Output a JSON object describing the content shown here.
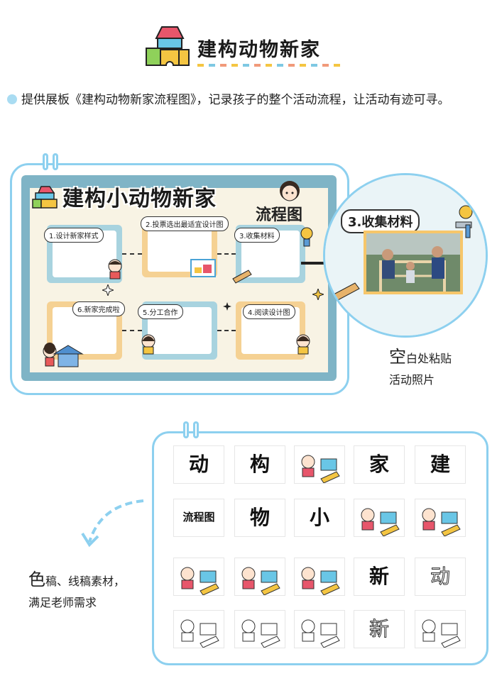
{
  "header": {
    "title": "建构动物新家"
  },
  "intro": {
    "text": "提供展板《建构动物新家流程图》，记录孩子的整个活动流程，让活动有迹可寻。"
  },
  "board": {
    "title": "建构小动物新家",
    "subtitle": "流程图",
    "steps": [
      "1.设计新家样式",
      "2.投票选出最适宜设计图",
      "3.收集材料",
      "6.新家完成啦",
      "5.分工合作",
      "4.阅读设计图"
    ]
  },
  "zoom": {
    "label": "3.收集材料"
  },
  "caption_photo": {
    "big": "空",
    "rest_line1": "白处粘贴",
    "line2": "活动照片"
  },
  "gallery": {
    "tiles": [
      {
        "glyph": "动"
      },
      {
        "glyph": "构"
      },
      {
        "glyph": ""
      },
      {
        "glyph": "家"
      },
      {
        "glyph": "建"
      },
      {
        "glyph": "流程图"
      },
      {
        "glyph": "物"
      },
      {
        "glyph": "小"
      },
      {
        "glyph": ""
      },
      {
        "glyph": ""
      },
      {
        "glyph": ""
      },
      {
        "glyph": ""
      },
      {
        "glyph": ""
      },
      {
        "glyph": "新"
      },
      {
        "glyph": "动"
      },
      {
        "glyph": ""
      },
      {
        "glyph": ""
      },
      {
        "glyph": ""
      },
      {
        "glyph": "新"
      },
      {
        "glyph": ""
      }
    ]
  },
  "caption_assets": {
    "big": "色",
    "rest_line1": "稿、线稿素材，",
    "line2": "满足老师需求"
  },
  "colors": {
    "frame_blue": "#8dd0ef",
    "board_teal": "#7fb4c6",
    "board_cream": "#f8f3e4",
    "accent_yellow": "#f6c66a"
  }
}
